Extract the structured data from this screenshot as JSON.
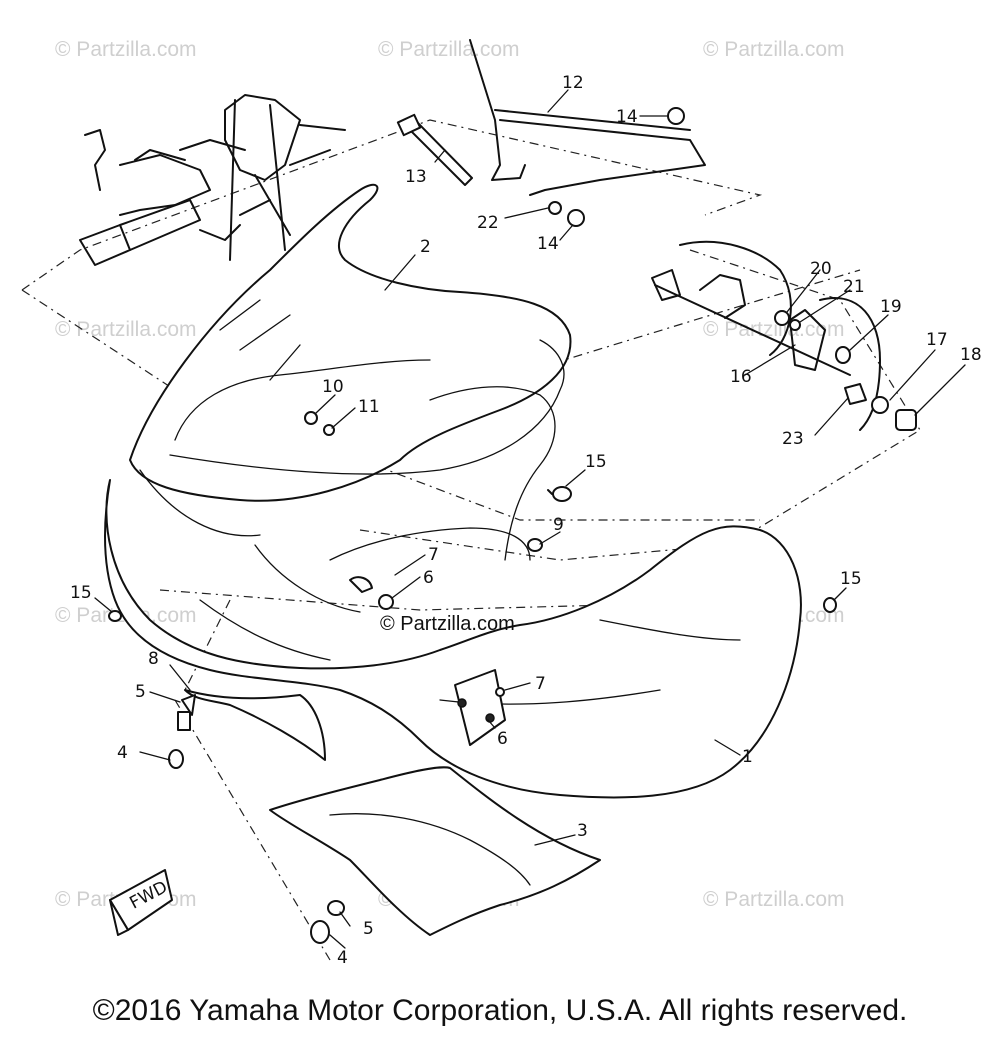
{
  "watermark": "© Partzilla.com",
  "center_watermark": "© Partzilla.com",
  "copyright": "©2016 Yamaha Motor Corporation, U.S.A. All rights reserved.",
  "fwd_label": "FWD",
  "callouts": {
    "c1": "1",
    "c2": "2",
    "c3": "3",
    "c4a": "4",
    "c4b": "4",
    "c5a": "5",
    "c5b": "5",
    "c6a": "6",
    "c6b": "6",
    "c7a": "7",
    "c7b": "7",
    "c8": "8",
    "c9": "9",
    "c10": "10",
    "c11": "11",
    "c12": "12",
    "c13": "13",
    "c14a": "14",
    "c14b": "14",
    "c15a": "15",
    "c15b": "15",
    "c15c": "15",
    "c16": "16",
    "c17": "17",
    "c18": "18",
    "c19": "19",
    "c20": "20",
    "c21": "21",
    "c22": "22",
    "c23": "23"
  }
}
